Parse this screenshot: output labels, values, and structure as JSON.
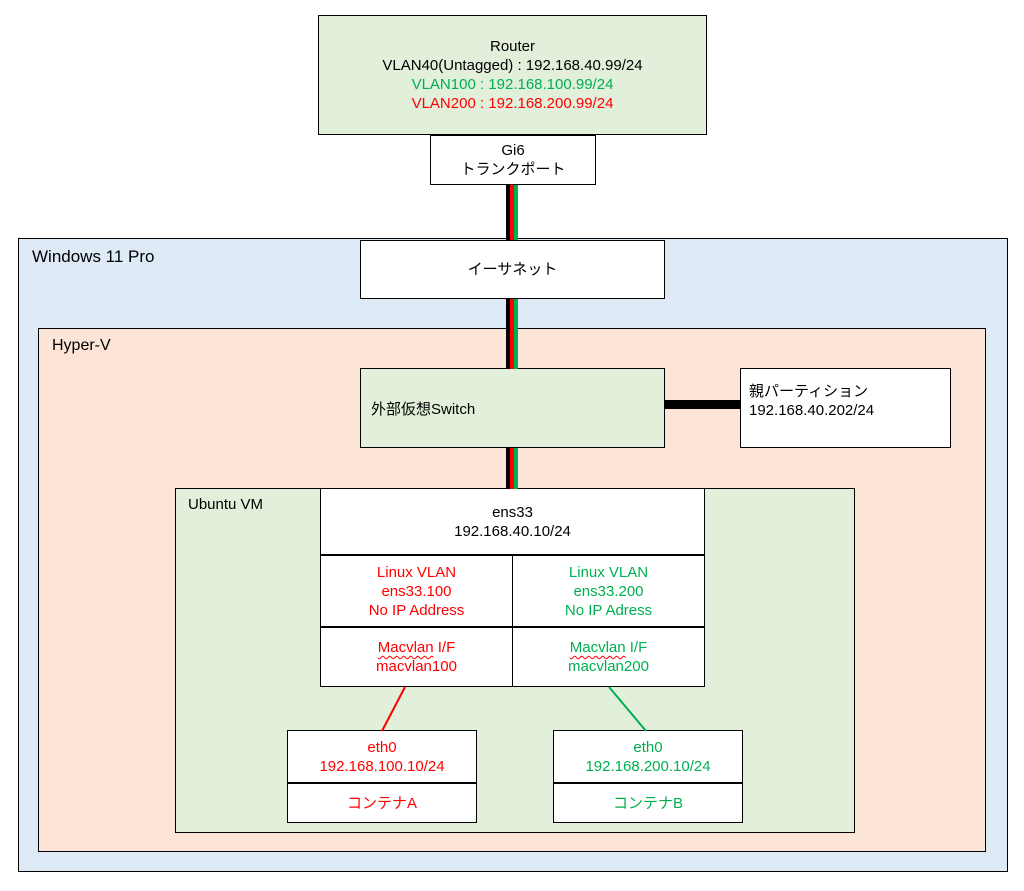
{
  "colors": {
    "red": "#ff0000",
    "green": "#00b050",
    "box_green_fill": "#e2efda",
    "windows_blue_fill": "#deebf7",
    "hyperv_peach_fill": "#fce4d6",
    "black": "#000000"
  },
  "router": {
    "title": "Router",
    "vlan40": "VLAN40(Untagged) : 192.168.40.99/24",
    "vlan100": "VLAN100 : 192.168.100.99/24",
    "vlan200": "VLAN200 : 192.168.200.99/24"
  },
  "gi6": {
    "name": "Gi6",
    "type": "トランクポート"
  },
  "windows": {
    "label": "Windows 11 Pro"
  },
  "ethernet": {
    "label": "イーサネット"
  },
  "hyperv": {
    "label": "Hyper-V"
  },
  "vswitch": {
    "label": "外部仮想Switch"
  },
  "parent_partition": {
    "name": "親パーティション",
    "ip": "192.168.40.202/24"
  },
  "ubuntu_vm": {
    "label": "Ubuntu VM"
  },
  "ens33": {
    "name": "ens33",
    "ip": "192.168.40.10/24"
  },
  "linux_vlan_100": {
    "line1": "Linux VLAN",
    "line2": "ens33.100",
    "line3": "No IP Address"
  },
  "linux_vlan_200": {
    "line1": "Linux VLAN",
    "line2": "ens33.200",
    "line3": "No IP Adress"
  },
  "macvlan_100": {
    "word": "Macvlan",
    "rest": " I/F",
    "name": "macvlan100"
  },
  "macvlan_200": {
    "word": "Macvlan",
    "rest": " I/F",
    "name": "macvlan200"
  },
  "container_a": {
    "if": "eth0",
    "ip": "192.168.100.10/24",
    "label": "コンテナA"
  },
  "container_b": {
    "if": "eth0",
    "ip": "192.168.200.10/24",
    "label": "コンテナB"
  }
}
